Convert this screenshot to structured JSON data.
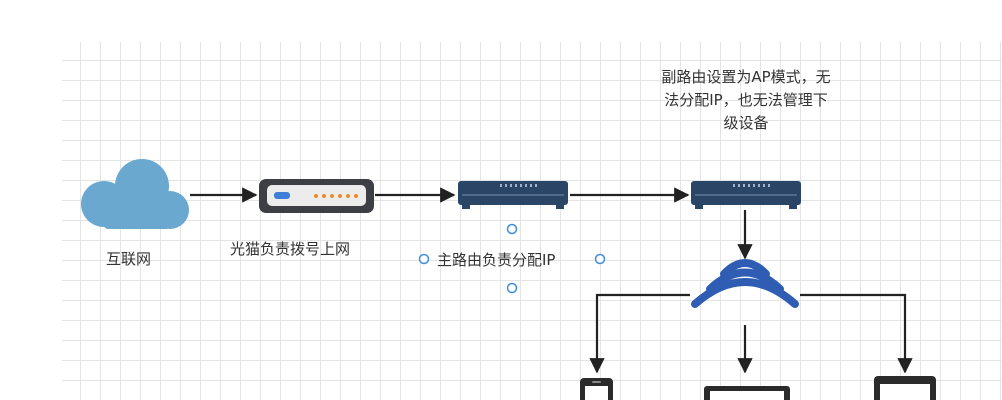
{
  "diagram": {
    "nodes": {
      "internet": {
        "label": "互联网",
        "icon": "cloud-icon"
      },
      "modem": {
        "label": "光猫负责拨号上网",
        "icon": "modem-icon"
      },
      "main_router": {
        "label": "主路由负责分配IP",
        "icon": "router-icon"
      },
      "sub_router": {
        "icon": "router-icon"
      },
      "wifi": {
        "icon": "wifi-icon"
      },
      "devices": [
        "phone-icon",
        "laptop-icon",
        "tablet-icon"
      ]
    },
    "note": {
      "lines": [
        "副路由设置为AP模式，无",
        "法分配IP，也无法管理下",
        "级设备"
      ]
    }
  },
  "colors": {
    "cloud": "#6aa8cf",
    "router": "#2b4566",
    "wifi": "#2f5db3",
    "modem": "#3d3f45",
    "led_orange": "#f08a24",
    "modem_accent": "#3d7fd9",
    "selection_handle": "#3d8de0",
    "line": "#222222"
  }
}
